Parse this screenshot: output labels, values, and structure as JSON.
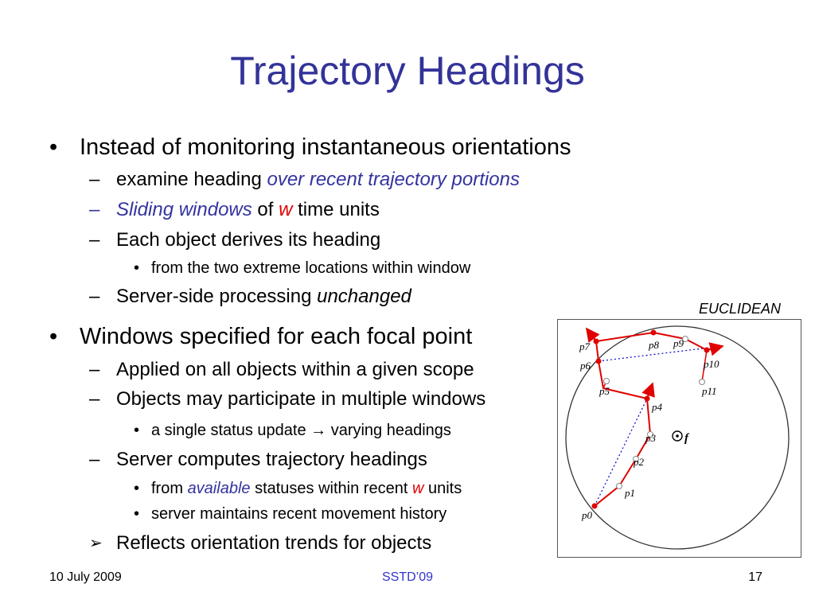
{
  "title": "Trajectory Headings",
  "bullets": {
    "b1": "Instead of monitoring instantaneous orientations",
    "b1_1_prefix": "examine heading ",
    "b1_1_accent": "over recent trajectory portions",
    "b1_2_accent": "Sliding windows",
    "b1_2_of": " of ",
    "b1_2_w": "w",
    "b1_2_rest": " time units",
    "b1_3": "Each object derives its heading",
    "b1_3_1": "from the two extreme locations within window",
    "b1_4_prefix": "Server-side processing ",
    "b1_4_italic": "unchanged",
    "b2": "Windows specified for each focal point",
    "b2_1": "Applied on all objects within a given scope",
    "b2_2": "Objects may participate in multiple windows",
    "b2_2_1_a": "a single status update ",
    "b2_2_1_arrow": "→",
    "b2_2_1_b": " varying headings",
    "b2_3": "Server computes trajectory headings",
    "b2_3_1_a": "from ",
    "b2_3_1_accent": "available",
    "b2_3_1_b": " statuses within recent ",
    "b2_3_1_w": "w",
    "b2_3_1_c": " units",
    "b2_3_2": "server maintains recent movement history",
    "b2_4": "Reflects orientation trends for objects"
  },
  "bullet_glyphs": {
    "dot": "•",
    "dash": "–",
    "arrow": "➢"
  },
  "diagram": {
    "label": "EUCLIDEAN",
    "focal": "f",
    "points": [
      "p0",
      "p1",
      "p2",
      "p3",
      "p4",
      "p5",
      "p6",
      "p7",
      "p8",
      "p9",
      "p10",
      "p11"
    ]
  },
  "footer": {
    "date": "10 July 2009",
    "venue": "SSTD’09",
    "page": "17"
  },
  "colors": {
    "title": "#333399",
    "accent": "#3333a0",
    "highlight": "#e00000",
    "trajectory": "#e00000",
    "window_line": "#0000cc"
  }
}
